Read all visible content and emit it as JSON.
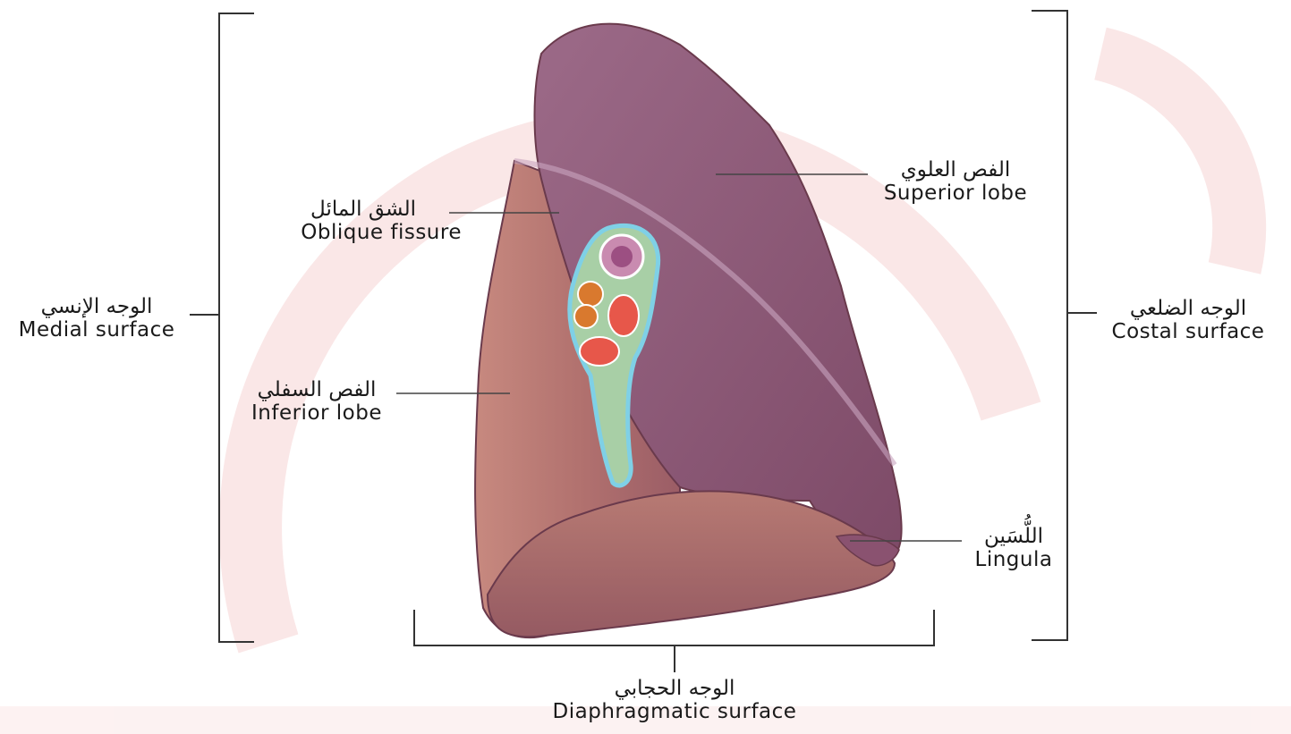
{
  "labels": {
    "superior_lobe": {
      "ar": "الفص العلوي",
      "en": "Superior lobe"
    },
    "oblique_fissure": {
      "ar": "الشق المائل",
      "en": "Oblique fissure"
    },
    "medial_surface": {
      "ar": "الوجه الإنسي",
      "en": "Medial surface"
    },
    "costal_surface": {
      "ar": "الوجه الضلعي",
      "en": "Costal surface"
    },
    "inferior_lobe": {
      "ar": "الفص السفلي",
      "en": "Inferior lobe"
    },
    "lingula": {
      "ar": "اللُّسَين",
      "en": "Lingula"
    },
    "diaphragmatic_surface": {
      "ar": "الوجه الحجابي",
      "en": "Diaphragmatic surface"
    }
  },
  "colors": {
    "background": "#ffffff",
    "watermark": "#f6dada",
    "superior_lobe": "#8e5a78",
    "inferior_lobe": "#a86a6e",
    "diaphragmatic": "#b37470",
    "outline": "#6a3a4c",
    "leader_line": "#444444",
    "bracket": "#333333",
    "hilum_border": "#7fd0e6",
    "artery": "#e7574a",
    "vein": "#d9792e",
    "bronchus": "#c98bb0"
  }
}
